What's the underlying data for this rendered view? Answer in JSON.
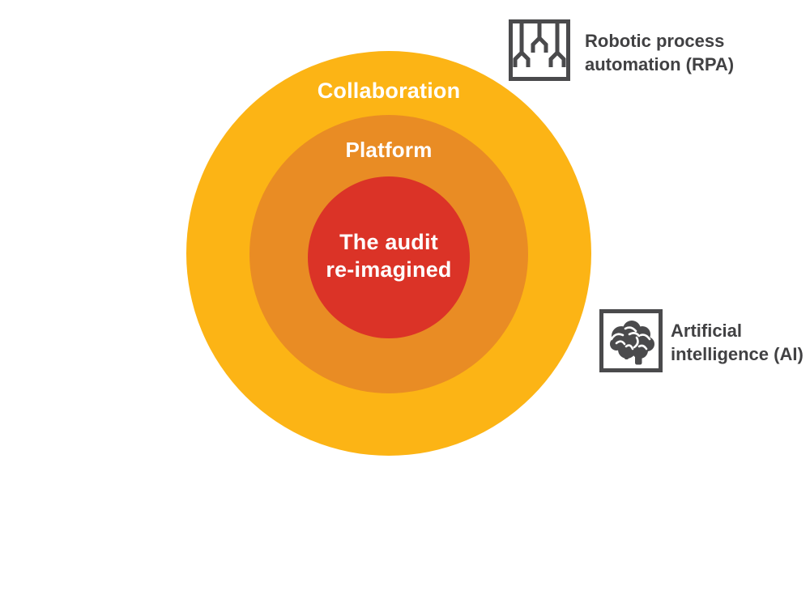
{
  "colors": {
    "background": "#FFFFFF",
    "outer_ring": "#FCB415",
    "middle_ring": "#E98C24",
    "inner_circle": "#DB3327",
    "ring_label_text": "#FFFFFF",
    "callout_text": "#414143",
    "callout_icon": "#4A4A4C"
  },
  "rings": {
    "outer": {
      "label": "Collaboration"
    },
    "middle": {
      "label": "Platform"
    },
    "inner": {
      "label_line1": "The audit",
      "label_line2": "re-imagined"
    }
  },
  "callouts": {
    "rpa": {
      "icon": "robotic-gripper-icon",
      "label_line1": "Robotic process",
      "label_line2": "automation (RPA)"
    },
    "ai": {
      "icon": "brain-icon",
      "label_line1": "Artificial",
      "label_line2": "intelligence (AI)"
    }
  }
}
